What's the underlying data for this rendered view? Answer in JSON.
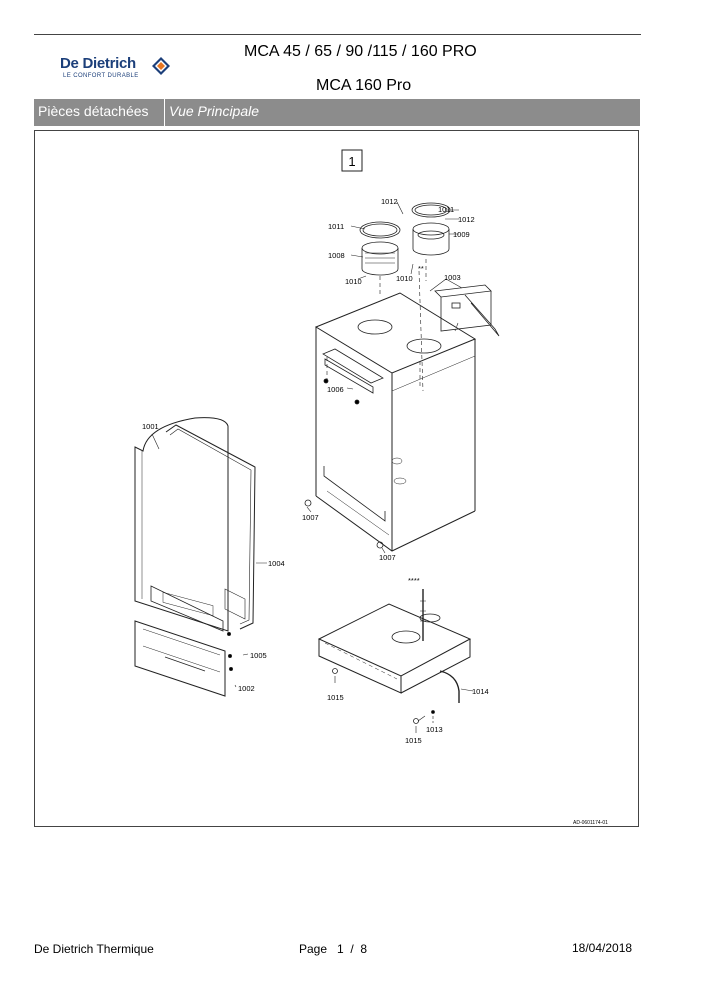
{
  "header": {
    "logo_name": "De Dietrich",
    "logo_tagline": "LE CONFORT DURABLE",
    "title_models": "MCA 45 / 65 / 90 /115 / 160 PRO",
    "title_model": "MCA 160 Pro"
  },
  "band": {
    "section": "Pièces détachées",
    "view": "Vue Principale"
  },
  "diagram": {
    "view_number": "1",
    "drawing_ref": "AD-0601174-01",
    "part_labels": {
      "p1001": "1001",
      "p1002": "1002",
      "p1003": "1003",
      "p1004": "1004",
      "p1005": "1005",
      "p1006": "1006",
      "p1007a": "1007",
      "p1007b": "1007",
      "p1008": "1008",
      "p1009": "1009",
      "p1010a": "1010",
      "p1010b": "1010",
      "p1011a": "1011",
      "p1011b": "1011",
      "p1012a": "1012",
      "p1012b": "1012",
      "p1013": "1013",
      "p1014": "1014",
      "p1015a": "1015",
      "p1015b": "1015",
      "star2": "**",
      "star4": "****"
    }
  },
  "footer": {
    "company": "De Dietrich Thermique",
    "page": "Page   1  /  8",
    "date": "18/04/2018"
  }
}
